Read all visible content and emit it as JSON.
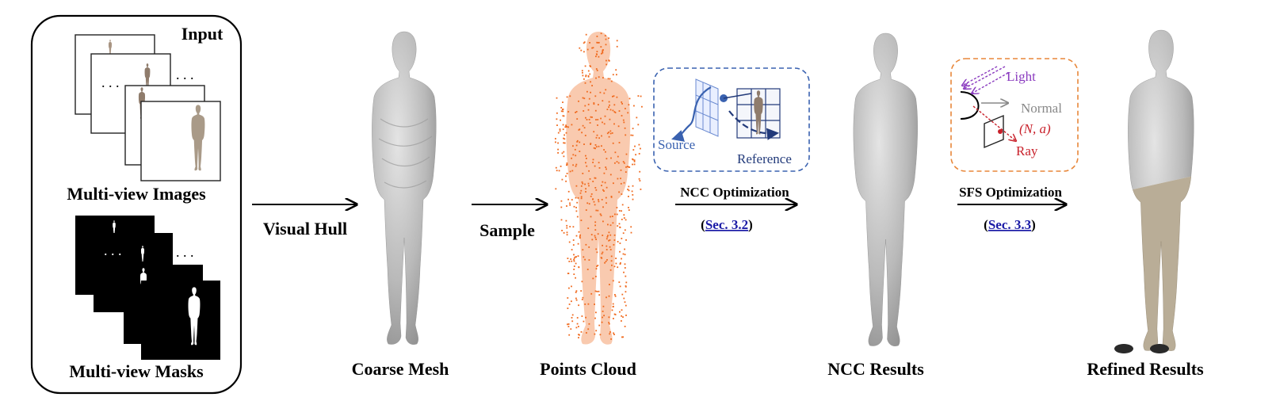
{
  "input_panel": {
    "title": "Input",
    "images_label": "Multi-view Images",
    "masks_label": "Multi-view Masks",
    "ellipsis": ". . ."
  },
  "steps": {
    "visual_hull": "Visual Hull",
    "sample": "Sample",
    "ncc_optimization": "NCC Optimization",
    "ncc_ref_prefix": "(",
    "ncc_ref_link": "Sec. 3.2",
    "ncc_ref_suffix": ")",
    "sfs_optimization": "SFS Optimization",
    "sfs_ref_prefix": "(",
    "sfs_ref_link": "Sec. 3.3",
    "sfs_ref_suffix": ")"
  },
  "ncc_inset": {
    "source_label": "Source",
    "reference_label": "Reference",
    "border_color": "#3a62b0"
  },
  "sfs_inset": {
    "light_label": "Light",
    "normal_label": "Normal",
    "na_label": "(N, a)",
    "ray_label": "Ray",
    "border_color": "#e8873a",
    "light_color": "#8a3bbf",
    "ray_color": "#c8202a",
    "normal_color": "#888888"
  },
  "results": {
    "coarse_mesh": "Coarse Mesh",
    "points_cloud": "Points Cloud",
    "ncc_results": "NCC Results",
    "refined_results": "Refined Results"
  },
  "colors": {
    "mesh_gray": "#b9b9b9",
    "points_orange": "#f06a1e",
    "pants_khaki": "#b9ad97",
    "link_blue": "#1a1aa6"
  }
}
